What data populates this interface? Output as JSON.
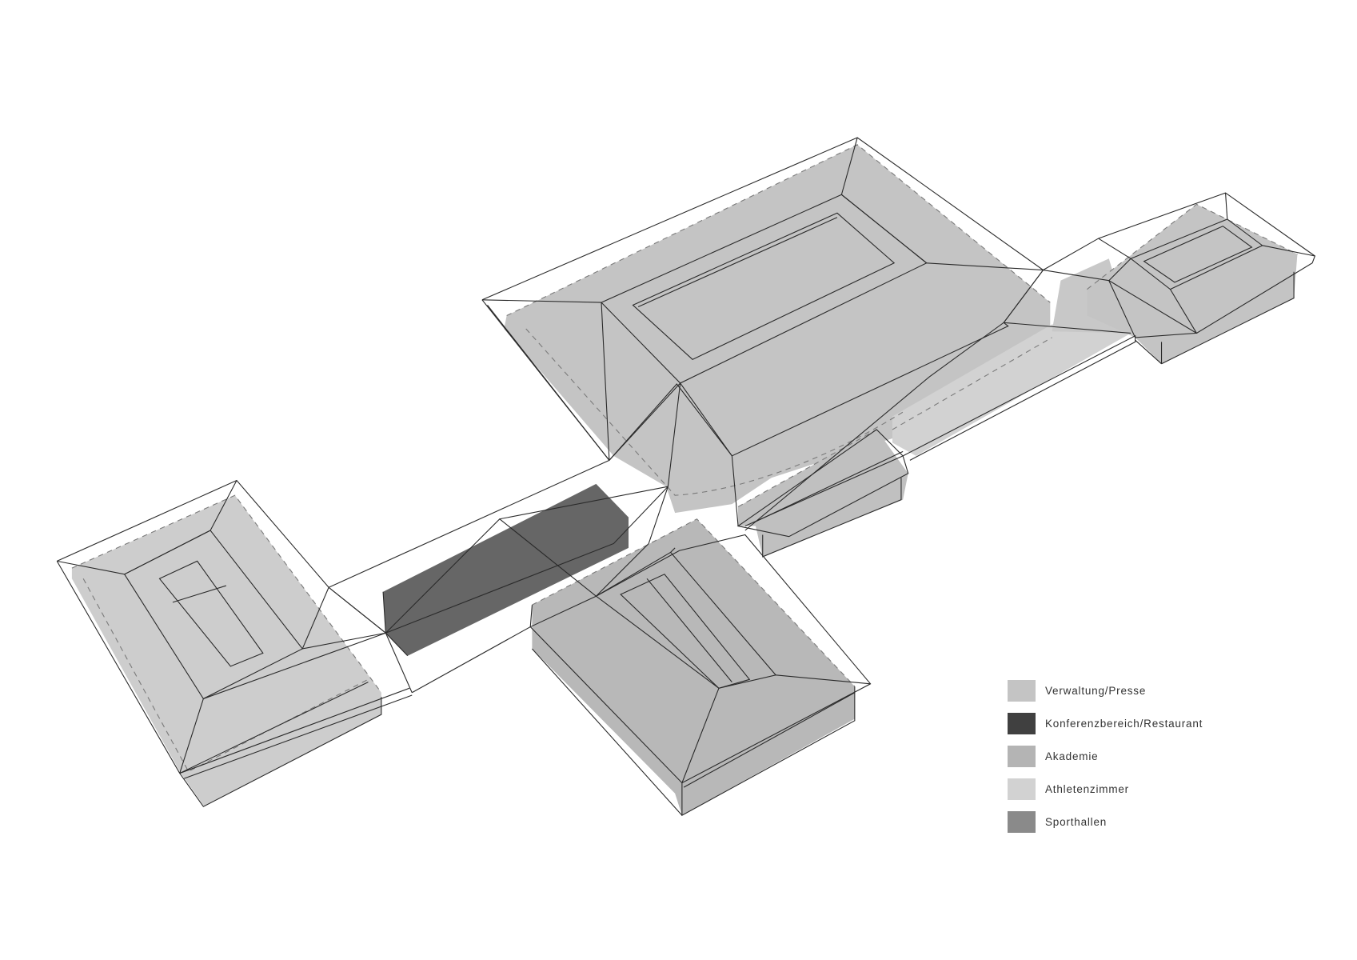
{
  "diagram": {
    "title": "",
    "description": "Axonometric massing diagram of a building complex with function zones",
    "colors": {
      "verwaltung": "#c4c4c4",
      "konferenz": "#404040",
      "akademie": "#b4b4b4",
      "athleten": "#d2d2d2",
      "sporthallen": "#8a8a8a",
      "line": "#2a2a2a",
      "block_dark": "#666666"
    }
  },
  "legend": {
    "items": [
      {
        "label": "Verwaltung/Presse",
        "color": "#c4c4c4"
      },
      {
        "label": "Konferenzbereich/Restaurant",
        "color": "#404040"
      },
      {
        "label": "Akademie",
        "color": "#b4b4b4"
      },
      {
        "label": "Athletenzimmer",
        "color": "#d2d2d2"
      },
      {
        "label": "Sporthallen",
        "color": "#8a8a8a"
      }
    ]
  }
}
